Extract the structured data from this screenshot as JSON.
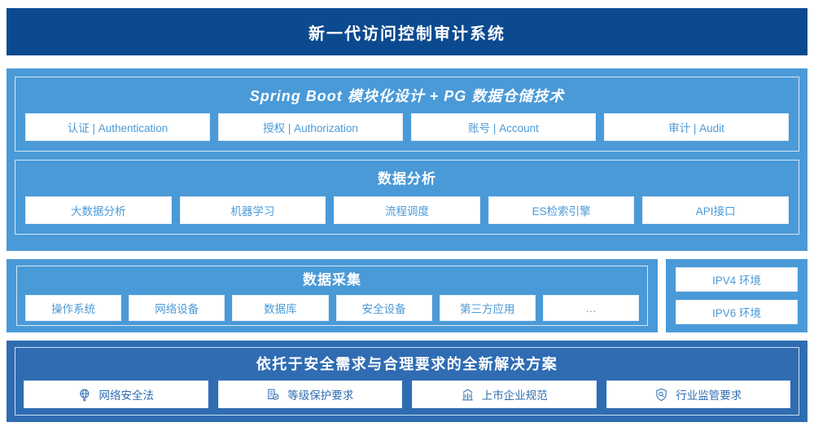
{
  "header": {
    "title": "新一代访问控制审计系统",
    "bg_color": "#0c4a8f"
  },
  "colors": {
    "header_navy": "#0c4a8f",
    "panel_light_blue": "#4a9ad8",
    "panel_medium_blue": "#2f6cb2",
    "cell_text_blue": "#4a9ad8",
    "cell_bg": "#ffffff"
  },
  "application_layer": {
    "groups": [
      {
        "title": "Spring Boot 模块化设计 + PG 数据仓储技术",
        "style": "italic",
        "cells": [
          {
            "label": "认证 | Authentication"
          },
          {
            "label": "授权 | Authorization"
          },
          {
            "label": "账号 | Account"
          },
          {
            "label": "审计 | Audit"
          }
        ]
      },
      {
        "title": "数据分析",
        "style": "normal",
        "cells": [
          {
            "label": "大数据分析"
          },
          {
            "label": "机器学习"
          },
          {
            "label": "流程调度"
          },
          {
            "label": "ES检索引擎"
          },
          {
            "label": "API接口"
          }
        ]
      }
    ]
  },
  "collection_layer": {
    "title": "数据采集",
    "cells": [
      {
        "label": "操作系统"
      },
      {
        "label": "网络设备"
      },
      {
        "label": "数据库"
      },
      {
        "label": "安全设备"
      },
      {
        "label": "第三方应用"
      },
      {
        "label": "…"
      }
    ]
  },
  "environment_panel": {
    "cells": [
      {
        "label": "IPV4 环境"
      },
      {
        "label": "IPV6 环境"
      }
    ]
  },
  "solution_layer": {
    "title": "依托于安全需求与合理要求的全新解决方案",
    "cells": [
      {
        "label": "网络安全法",
        "icon": "globe-network-icon"
      },
      {
        "label": "等级保护要求",
        "icon": "document-check-icon"
      },
      {
        "label": "上市企业规范",
        "icon": "bank-building-icon"
      },
      {
        "label": "行业监管要求",
        "icon": "shield-search-icon"
      }
    ]
  }
}
